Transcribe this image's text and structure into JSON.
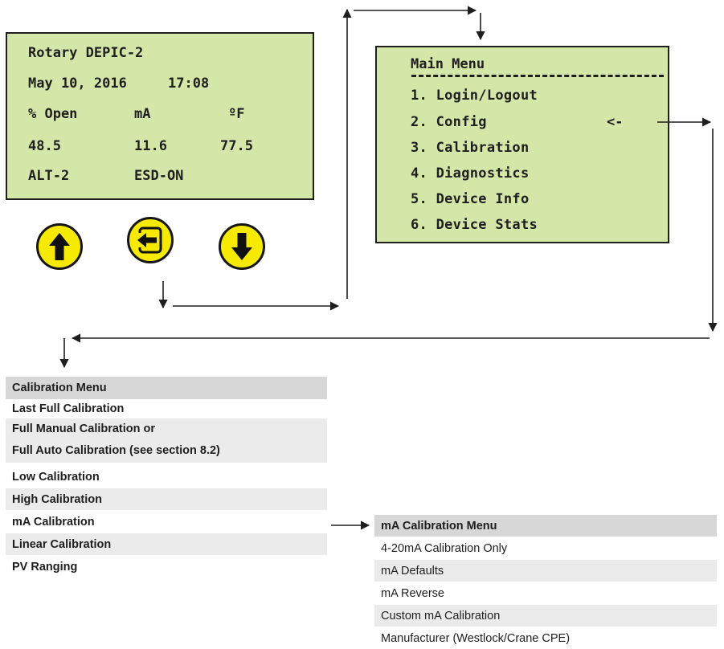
{
  "device_screen": {
    "title": "Rotary DEPIC-2",
    "date": "May 10, 2016",
    "time": "17:08",
    "col_labels": [
      "% Open",
      "mA",
      "ºF"
    ],
    "col_values": [
      "48.5",
      "11.6",
      "77.5"
    ],
    "status": [
      "ALT-2",
      "ESD-ON"
    ]
  },
  "buttons": [
    {
      "icon": "arrow-up-icon"
    },
    {
      "icon": "enter-icon"
    },
    {
      "icon": "arrow-down-icon"
    }
  ],
  "main_menu": {
    "title": "Main Menu",
    "items": [
      "1. Login/Logout",
      "2. Config",
      "3. Calibration",
      "4. Diagnostics",
      "5. Device Info",
      "6. Device Stats"
    ],
    "cursor": "<-"
  },
  "calibration_menu": {
    "title": "Calibration Menu",
    "items": [
      "Last Full Calibration",
      "Full Manual Calibration or",
      "Full Auto Calibration (see section 8.2)",
      "Low Calibration",
      "High Calibration",
      "mA Calibration",
      "Linear Calibration",
      "PV Ranging"
    ]
  },
  "ma_calibration_menu": {
    "title": "mA Calibration Menu",
    "items": [
      "4-20mA Calibration Only",
      "mA Defaults",
      "mA Reverse",
      "Custom mA Calibration",
      "Manufacturer (Westlock/Crane CPE)"
    ]
  },
  "colors": {
    "lcd_background": "#d5e6a9",
    "button_yellow": "#f6ea00",
    "row_shade": "#ebebeb",
    "header_shade": "#d7d7d7"
  }
}
